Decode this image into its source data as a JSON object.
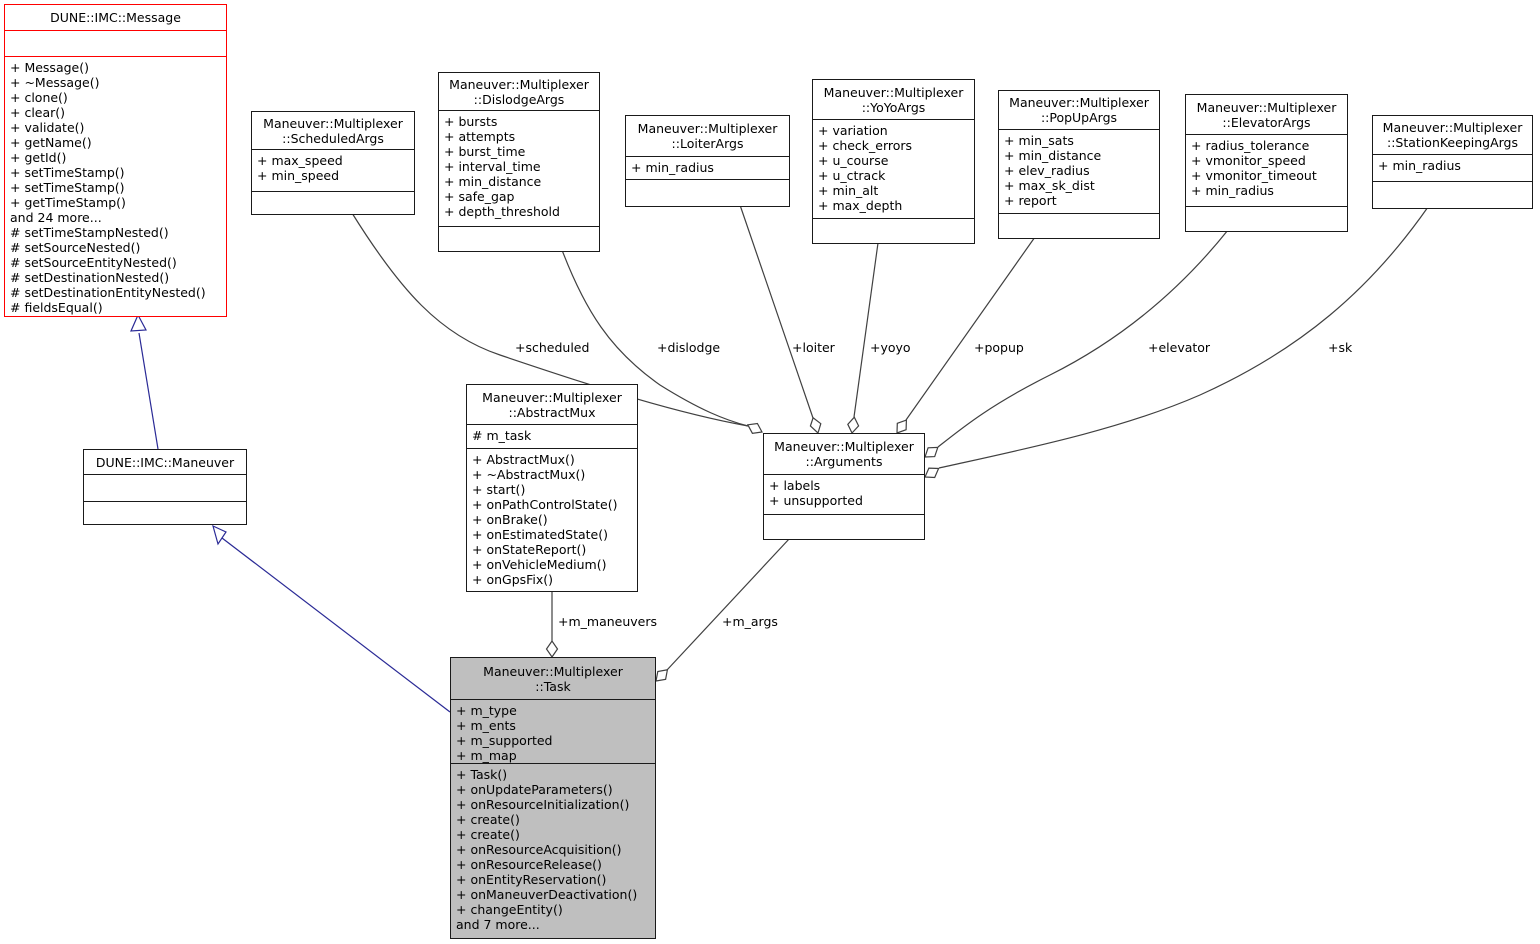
{
  "colors": {
    "class_border": "#1a1a1a",
    "highlight_border": "#ff0000",
    "task_fill": "#bfbfbf",
    "edge_line": "#404040",
    "inheritance_line": "#2a2a96"
  },
  "classes": [
    {
      "id": "dune-imc-message",
      "title_lines": [
        "DUNE::IMC::Message"
      ],
      "attributes": [],
      "methods": [
        "+ Message()",
        "+ ~Message()",
        "+ clone()",
        "+ clear()",
        "+ validate()",
        "+ getName()",
        "+ getId()",
        "+ setTimeStamp()",
        "+ setTimeStamp()",
        "+ getTimeStamp()",
        "and 24 more...",
        "# setTimeStampNested()",
        "# setSourceNested()",
        "# setSourceEntityNested()",
        "# setDestinationNested()",
        "# setDestinationEntityNested()",
        "# fieldsEqual()"
      ]
    },
    {
      "id": "scheduled-args",
      "title_lines": [
        "Maneuver::Multiplexer",
        "::ScheduledArgs"
      ],
      "attributes": [
        "+ max_speed",
        "+ min_speed"
      ],
      "methods": []
    },
    {
      "id": "dislodge-args",
      "title_lines": [
        "Maneuver::Multiplexer",
        "::DislodgeArgs"
      ],
      "attributes": [
        "+ bursts",
        "+ attempts",
        "+ burst_time",
        "+ interval_time",
        "+ min_distance",
        "+ safe_gap",
        "+ depth_threshold"
      ],
      "methods": []
    },
    {
      "id": "loiter-args",
      "title_lines": [
        "Maneuver::Multiplexer",
        "::LoiterArgs"
      ],
      "attributes": [
        "+ min_radius"
      ],
      "methods": []
    },
    {
      "id": "yoyo-args",
      "title_lines": [
        "Maneuver::Multiplexer",
        "::YoYoArgs"
      ],
      "attributes": [
        "+ variation",
        "+ check_errors",
        "+ u_course",
        "+ u_ctrack",
        "+ min_alt",
        "+ max_depth"
      ],
      "methods": []
    },
    {
      "id": "popup-args",
      "title_lines": [
        "Maneuver::Multiplexer",
        "::PopUpArgs"
      ],
      "attributes": [
        "+ min_sats",
        "+ min_distance",
        "+ elev_radius",
        "+ max_sk_dist",
        "+ report"
      ],
      "methods": []
    },
    {
      "id": "elevator-args",
      "title_lines": [
        "Maneuver::Multiplexer",
        "::ElevatorArgs"
      ],
      "attributes": [
        "+ radius_tolerance",
        "+ vmonitor_speed",
        "+ vmonitor_timeout",
        "+ min_radius"
      ],
      "methods": []
    },
    {
      "id": "stationkeeping-args",
      "title_lines": [
        "Maneuver::Multiplexer",
        "::StationKeepingArgs"
      ],
      "attributes": [
        "+ min_radius"
      ],
      "methods": []
    },
    {
      "id": "abstract-mux",
      "title_lines": [
        "Maneuver::Multiplexer",
        "::AbstractMux"
      ],
      "attributes": [
        "# m_task"
      ],
      "methods": [
        "+ AbstractMux()",
        "+ ~AbstractMux()",
        "+ start()",
        "+ onPathControlState()",
        "+ onBrake()",
        "+ onEstimatedState()",
        "+ onStateReport()",
        "+ onVehicleMedium()",
        "+ onGpsFix()"
      ]
    },
    {
      "id": "arguments",
      "title_lines": [
        "Maneuver::Multiplexer",
        "::Arguments"
      ],
      "attributes": [
        "+ labels",
        "+ unsupported"
      ],
      "methods": []
    },
    {
      "id": "dune-imc-maneuver",
      "title_lines": [
        "DUNE::IMC::Maneuver"
      ],
      "attributes": [],
      "methods": []
    },
    {
      "id": "task",
      "title_lines": [
        "Maneuver::Multiplexer",
        "::Task"
      ],
      "attributes": [
        "+ m_type",
        "+ m_ents",
        "+ m_supported",
        "+ m_map"
      ],
      "methods": [
        "+ Task()",
        "+ onUpdateParameters()",
        "+ onResourceInitialization()",
        "+ create()",
        "+ create()",
        "+ onResourceAcquisition()",
        "+ onResourceRelease()",
        "+ onEntityReservation()",
        "+ onManeuverDeactivation()",
        "+ changeEntity()",
        "and 7 more..."
      ]
    }
  ],
  "edge_labels": [
    "+scheduled",
    "+dislodge",
    "+loiter",
    "+yoyo",
    "+popup",
    "+elevator",
    "+sk",
    "+m_maneuvers",
    "+m_args"
  ]
}
